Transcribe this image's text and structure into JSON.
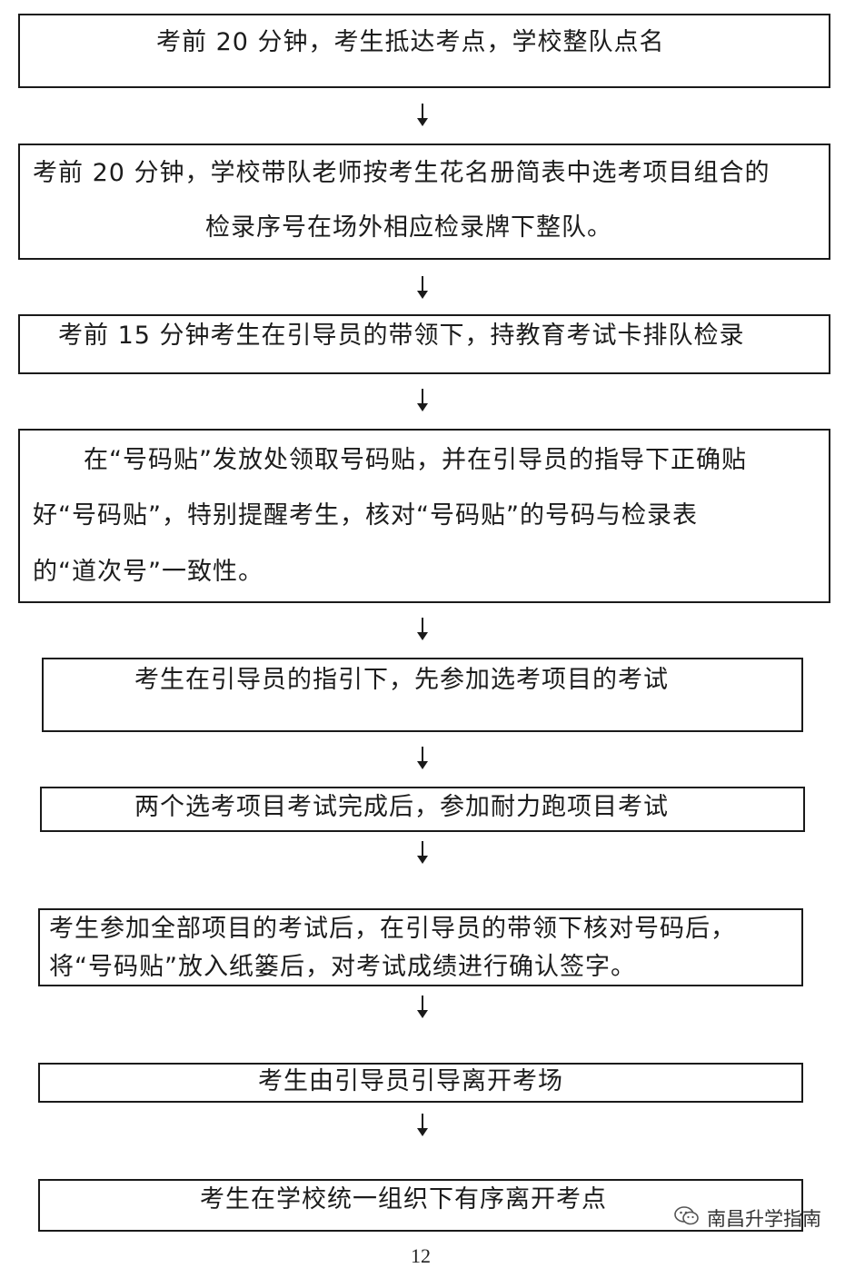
{
  "steps": [
    {
      "lines": [
        "考前 20 分钟，考生抵达考点，学校整队点名"
      ]
    },
    {
      "lines": [
        "考前 20 分钟，学校带队老师按考生花名册简表中选考项目组合的",
        "检录序号在场外相应检录牌下整队。"
      ]
    },
    {
      "lines": [
        "考前 15 分钟考生在引导员的带领下，持教育考试卡排队检录"
      ]
    },
    {
      "lines": [
        "在“号码贴”发放处领取号码贴，并在引导员的指导下正确贴",
        "好“号码贴”，特别提醒考生，核对“号码贴”的号码与检录表",
        "的“道次号”一致性。"
      ]
    },
    {
      "lines": [
        "考生在引导员的指引下，先参加选考项目的考试"
      ]
    },
    {
      "lines": [
        "两个选考项目考试完成后，参加耐力跑项目考试"
      ]
    },
    {
      "lines": [
        "考生参加全部项目的考试后，在引导员的带领下核对号码后，",
        "将“号码贴”放入纸篓后，对考试成绩进行确认签字。"
      ]
    },
    {
      "lines": [
        "考生由引导员引导离开考场"
      ]
    },
    {
      "lines": [
        "考生在学校统一组织下有序离开考点"
      ]
    }
  ],
  "watermark": {
    "text": "南昌升学指南",
    "icon": "wechat-icon"
  },
  "page_number": "12"
}
